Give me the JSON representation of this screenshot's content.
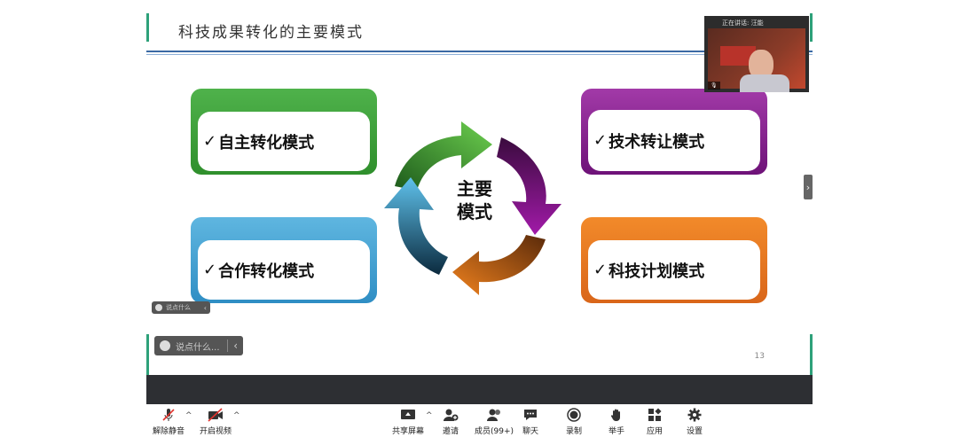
{
  "slide": {
    "title": "科技成果转化的主要模式",
    "center": [
      "主要",
      "模式"
    ],
    "modes": [
      {
        "label": "自主转化模式",
        "color": "#4fb24b"
      },
      {
        "label": "技术转让模式",
        "color": "#a23aa8"
      },
      {
        "label": "合作转化模式",
        "color": "#5fb6e0"
      },
      {
        "label": "科技计划模式",
        "color": "#f28a2a"
      }
    ],
    "check": "✓",
    "page_number": "13"
  },
  "comments": {
    "placeholder_small": "说点什么",
    "placeholder": "说点什么..."
  },
  "video": {
    "status": "正在讲话: 汪能"
  },
  "toolbar": {
    "mute": "解除静音",
    "video": "开启视频",
    "share": "共享屏幕",
    "invite": "邀请",
    "members": "成员(99+)",
    "chat": "聊天",
    "record": "录制",
    "raise_hand": "举手",
    "apps": "应用",
    "settings": "设置"
  }
}
